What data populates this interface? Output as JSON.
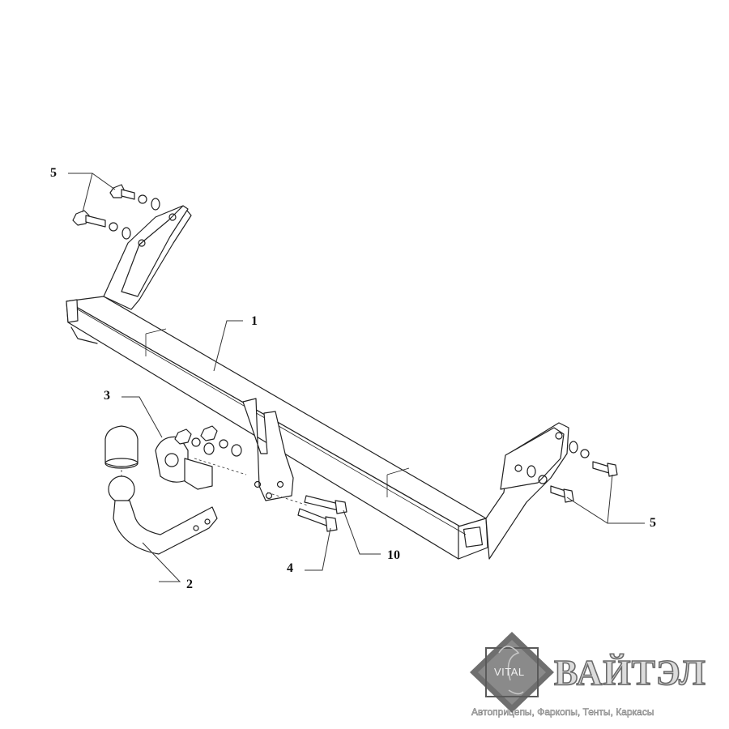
{
  "callouts": [
    {
      "id": "c5-top-left",
      "label": "5"
    },
    {
      "id": "c1",
      "label": "1"
    },
    {
      "id": "c3",
      "label": "3"
    },
    {
      "id": "c2",
      "label": "2"
    },
    {
      "id": "c4",
      "label": "4"
    },
    {
      "id": "c10",
      "label": "10"
    },
    {
      "id": "c5-right",
      "label": "5"
    }
  ],
  "logo": {
    "emblem_text": "VITAL",
    "brand_name": "ВАЙТЭЛ",
    "tagline": "Автоприцепы, Фаркопы, Тенты, Каркасы"
  },
  "colors": {
    "line": "#222222",
    "logo_emblem": "#777777",
    "logo_outline": "#6a6a6a",
    "logo_fill": "#dcdcdc"
  }
}
